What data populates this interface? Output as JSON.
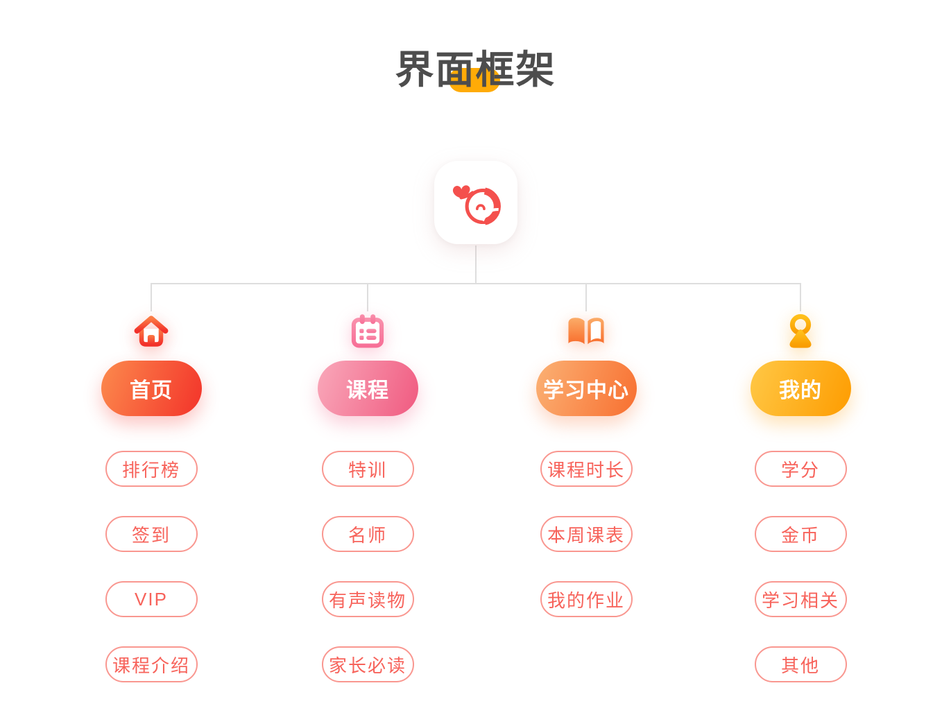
{
  "page": {
    "title": "界面框架",
    "background": "#FFFFFF"
  },
  "app_logo": {
    "name": "whale-logo",
    "color": "#F4504D"
  },
  "colors": {
    "title_text": "#4D4D4D",
    "title_highlight": "#FFAB07",
    "connector_line": "#DEDEDE",
    "sub_pill_border": "#F99790",
    "sub_pill_text": "#F7635B"
  },
  "sections": [
    {
      "id": "home",
      "label": "首页",
      "icon": "home-icon",
      "gradient": [
        "#FC8A4D",
        "#F3332A"
      ],
      "items": [
        "排行榜",
        "签到",
        "VIP",
        "课程介绍"
      ]
    },
    {
      "id": "courses",
      "label": "课程",
      "icon": "calendar-icon",
      "gradient": [
        "#F9A8BA",
        "#F05A80"
      ],
      "items": [
        "特训",
        "名师",
        "有声读物",
        "家长必读"
      ]
    },
    {
      "id": "learning-center",
      "label": "学习中心",
      "icon": "open-book-icon",
      "gradient": [
        "#FBB174",
        "#F86F30"
      ],
      "items": [
        "课程时长",
        "本周课表",
        "我的作业"
      ]
    },
    {
      "id": "mine",
      "label": "我的",
      "icon": "user-icon",
      "gradient": [
        "#FFC846",
        "#FE9C00"
      ],
      "items": [
        "学分",
        "金币",
        "学习相关",
        "其他"
      ]
    }
  ]
}
